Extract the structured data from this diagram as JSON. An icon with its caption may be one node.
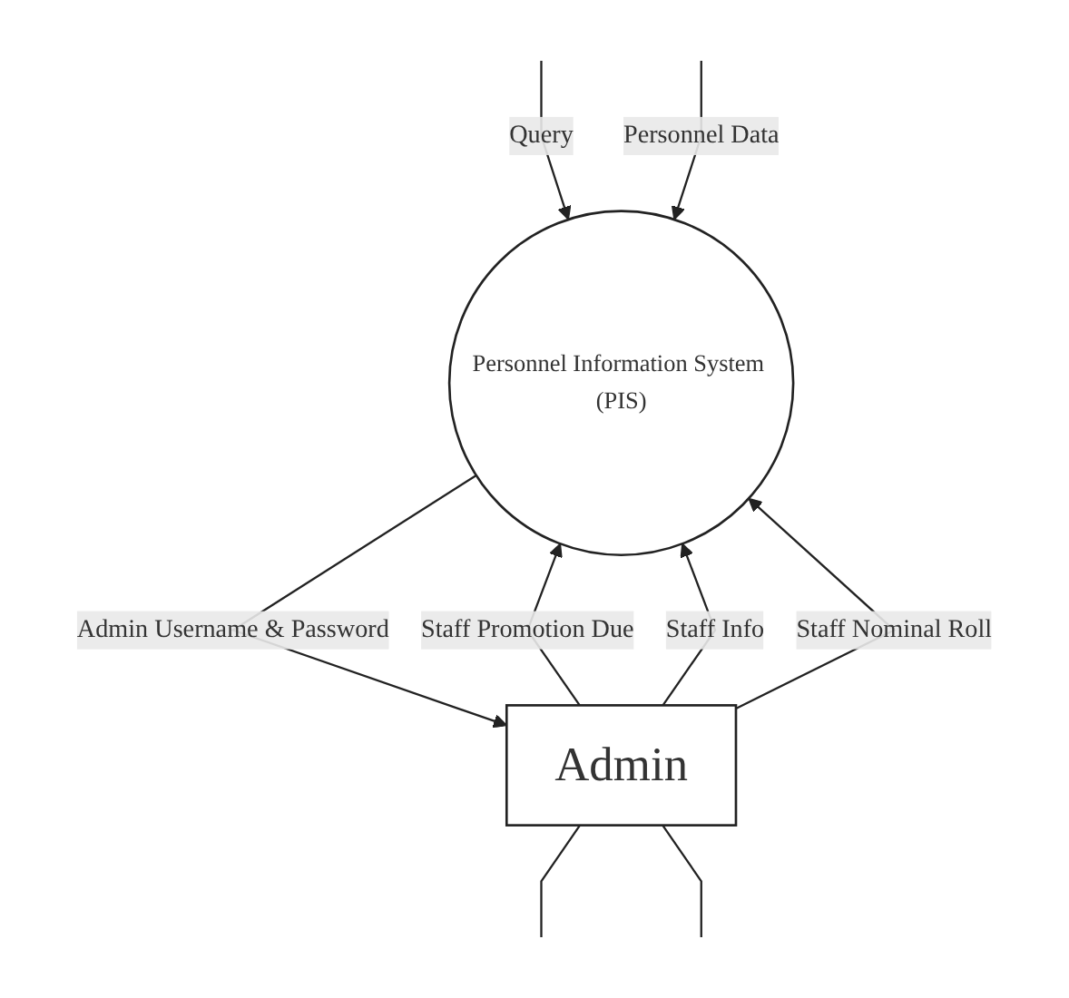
{
  "diagram": {
    "nodes": [
      {
        "text": [
          "Personnel Information System (PIS)"
        ]
      },
      {
        "text": [
          "Admin"
        ]
      }
    ],
    "edges": [
      {
        "from": null,
        "to": 0,
        "arrow": "to",
        "label": "Query"
      },
      {
        "from": 1,
        "to": 0,
        "arrow": "to",
        "label": "Staff Promotion Due"
      },
      {
        "from": 0,
        "to": 1,
        "arrow": "to",
        "label": "Admin Username & Password"
      },
      {
        "from": 1,
        "to": 0,
        "arrow": "to",
        "label": "Staff Info"
      },
      {
        "from": 1,
        "to": 0,
        "arrow": "to",
        "label": "Staff Nominal Roll"
      },
      {
        "from": null,
        "to": 0,
        "arrow": "to",
        "label": "Personnel Data"
      },
      {
        "from": 1,
        "to": null,
        "arrow": "none"
      },
      {
        "from": 1,
        "to": null,
        "arrow": "none"
      }
    ]
  }
}
